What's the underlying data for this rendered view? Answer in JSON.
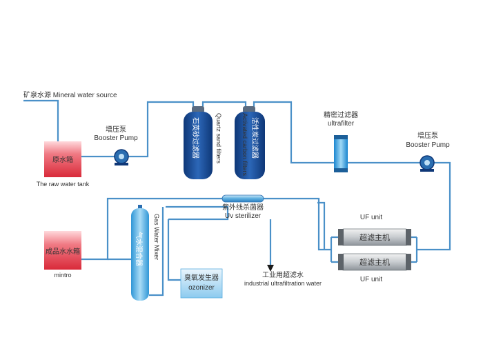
{
  "labels": {
    "source": "矿泉水源  Mineral water source",
    "booster_pump_1_cn": "增压泵",
    "booster_pump_1_en": "Booster Pump",
    "raw_tank_cn": "原水箱",
    "raw_tank_en": "The raw water tank",
    "filter_1_cn": "石英砂过滤器",
    "filter_1_en": "Quartz sand filters",
    "filter_2_cn": "活性炭过滤器",
    "filter_2_en": "Activated carbon filters",
    "ultrafilter_cn": "精密过滤器",
    "ultrafilter_en": "ultrafilter",
    "booster_pump_2_cn": "增压泵",
    "booster_pump_2_en": "Booster Pump",
    "uv_cn": "紫外线杀菌器",
    "uv_en": "Uv sterilizer",
    "uf_unit_top": "UF unit",
    "uf_main_1": "超滤主机",
    "uf_main_2": "超滤主机",
    "uf_unit_bottom": "UF unit",
    "product_tank_cn": "成品水水箱",
    "product_tank_en": "mintro",
    "mixer_cn": "气水混合器",
    "mixer_en": "Gas Water Mixer",
    "ozonizer_cn": "臭氧发生器",
    "ozonizer_en": "ozonizer",
    "industrial_cn": "工业用超滤水",
    "industrial_en": "industrial ultrafiltration water"
  },
  "colors": {
    "pipe": "#4a90c8",
    "tank_red": "#e23a48",
    "vessel_blue": "#1a4f9a",
    "pump_blue": "#2a6db0",
    "ultrafilter_blue": "#2e9be0",
    "mixer_blue": "#4fb3e8",
    "uf_gray": "#9aa0a6"
  },
  "icons": {
    "pump": "centrifugal-pump-icon",
    "arrow": "flow-arrow-icon"
  }
}
